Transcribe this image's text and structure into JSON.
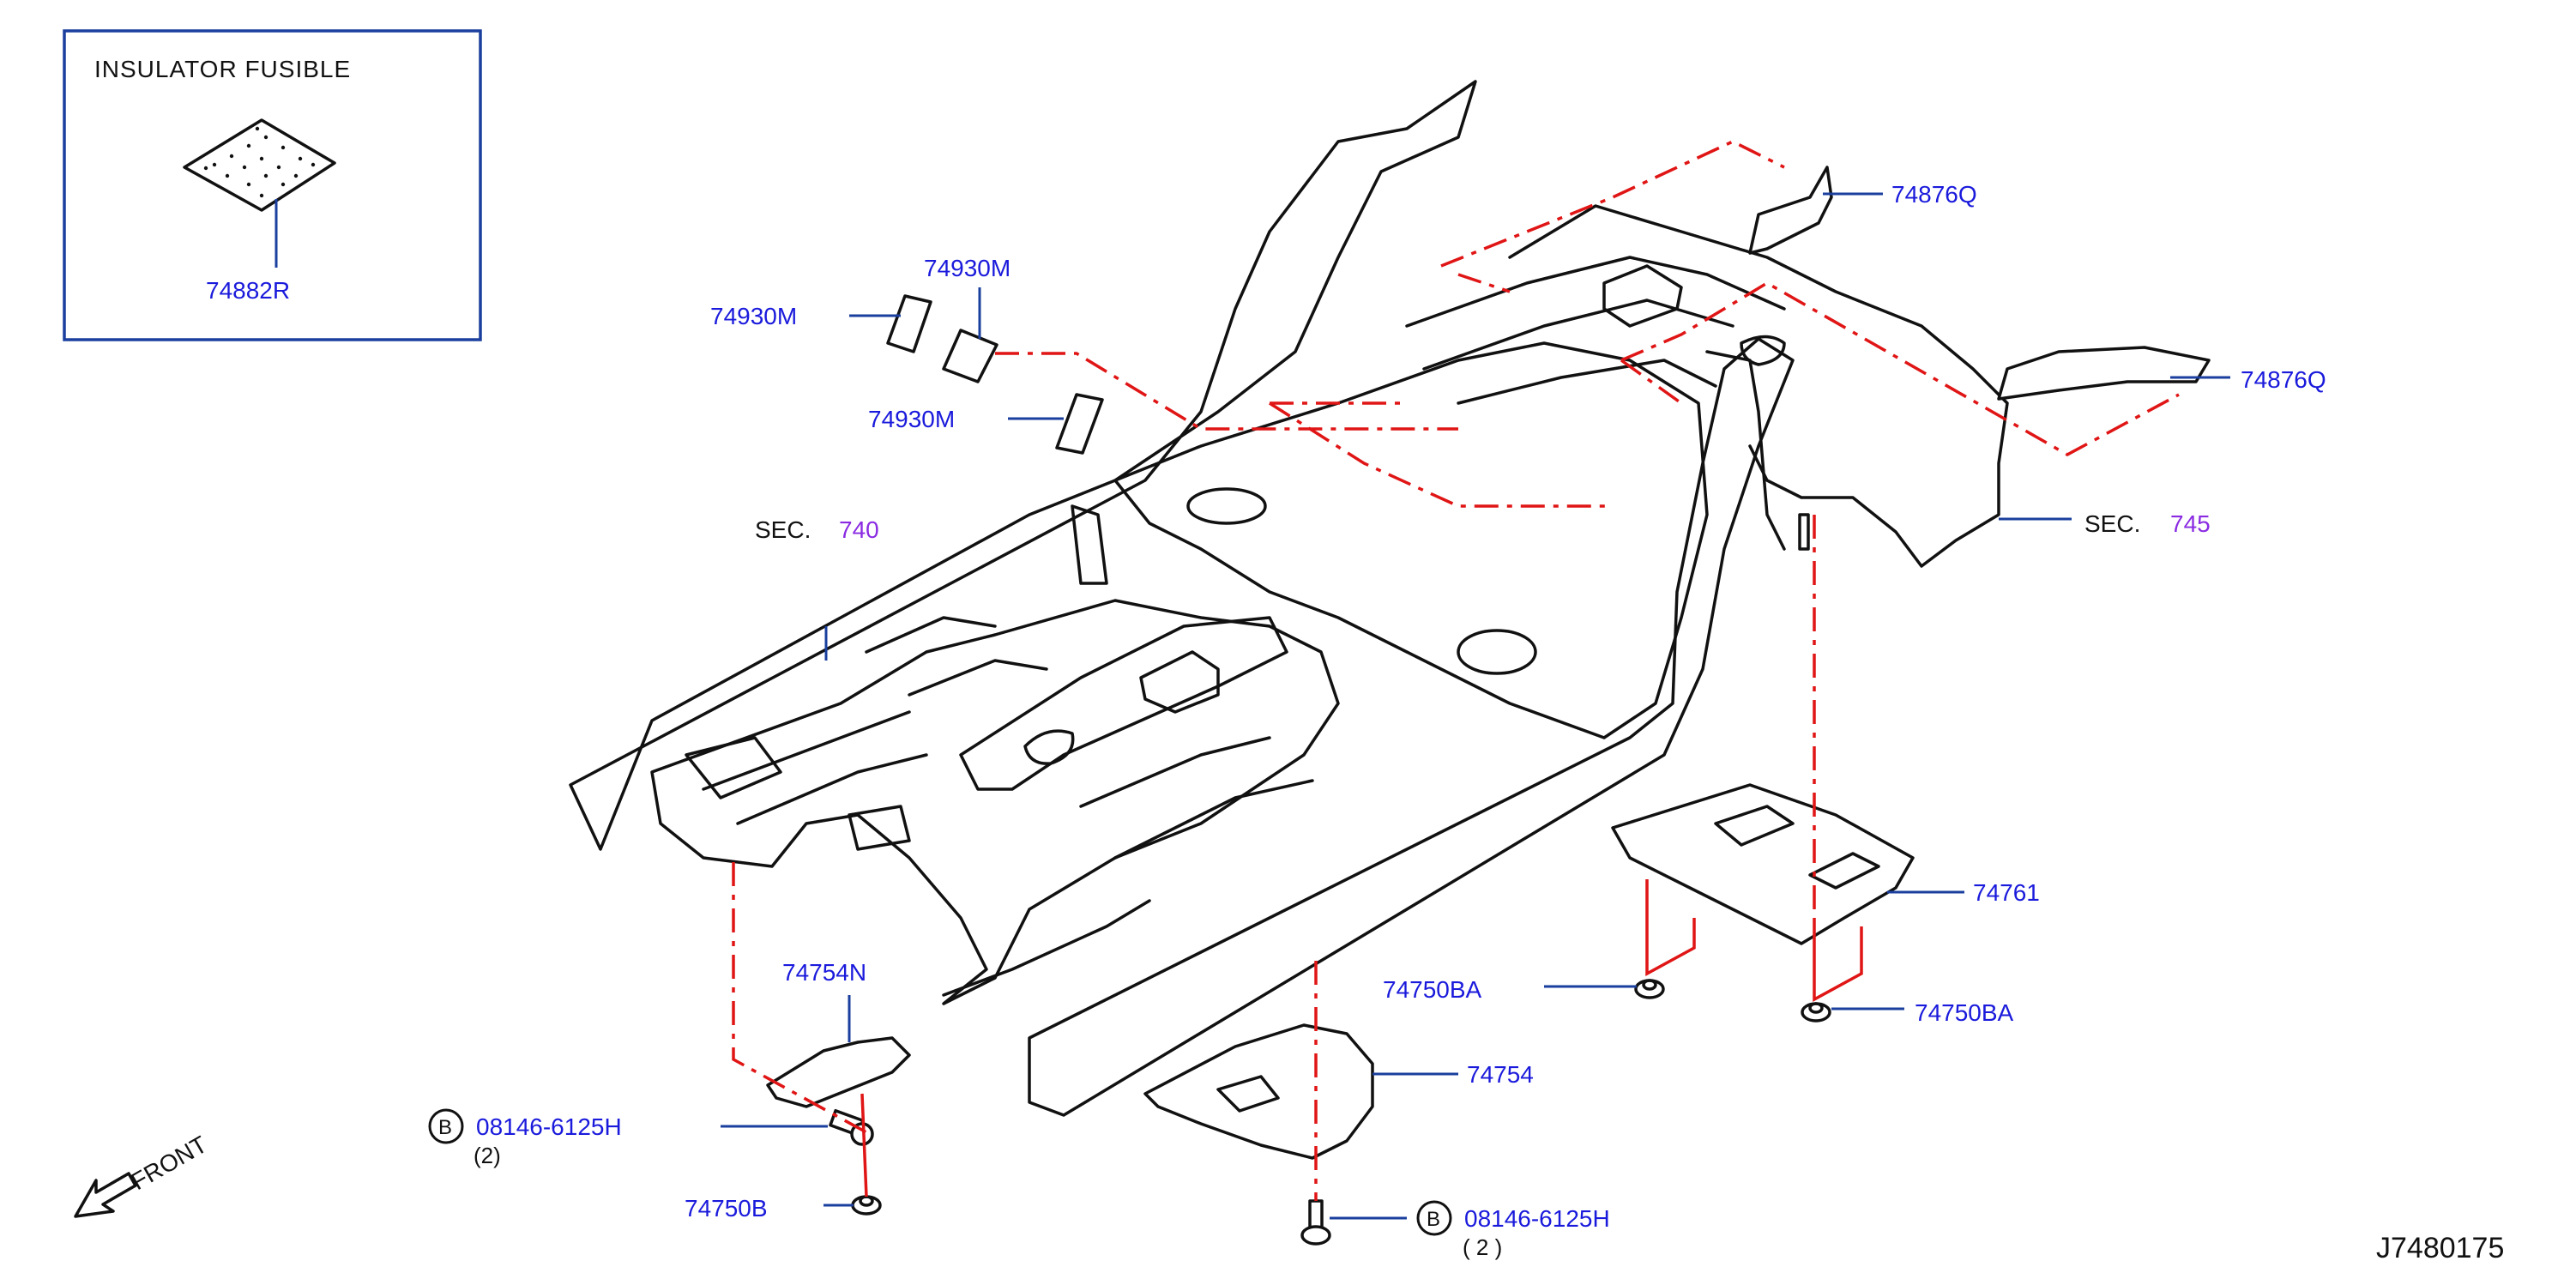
{
  "inset": {
    "title": "INSULATOR   FUSIBLE",
    "part": "74882R"
  },
  "parts": {
    "p74930m_a": "74930M",
    "p74930m_b": "74930M",
    "p74930m_c": "74930M",
    "p74876q_a": "74876Q",
    "p74876q_b": "74876Q",
    "p74761": "74761",
    "p74750ba_a": "74750BA",
    "p74750ba_b": "74750BA",
    "p74754n": "74754N",
    "p74754": "74754",
    "p74750b": "74750B",
    "bolt_a": "08146-6125H",
    "bolt_b": "08146-6125H"
  },
  "quantities": {
    "bolt_a_qty": "(2)",
    "bolt_b_qty": "( 2 )"
  },
  "bolt_marker": "B",
  "sections": {
    "left_prefix": "SEC.",
    "left_num": "740",
    "right_prefix": "SEC.",
    "right_num": "745"
  },
  "direction_label": "FRONT",
  "diagram_code": "J7480175",
  "colors": {
    "label": "#1a1adc",
    "leader": "#1a3f9e",
    "reference_line": "#e01515",
    "section_number": "#8a2be2",
    "outline": "#111111"
  },
  "icons": {
    "direction": "front-arrow-icon",
    "bolt_marker": "circled-b-icon"
  }
}
